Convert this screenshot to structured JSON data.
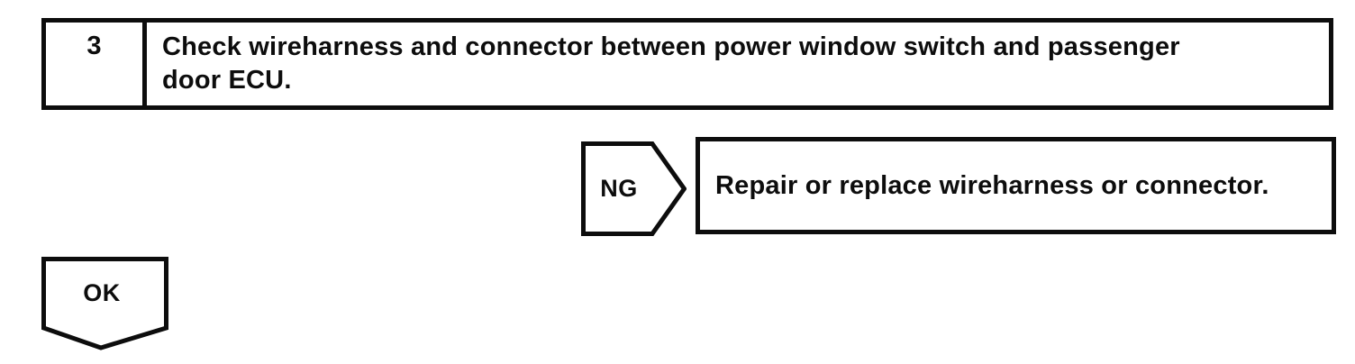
{
  "colors": {
    "ink": "#0d0d0d",
    "paper": "#ffffff"
  },
  "step_box": {
    "number": "3",
    "instruction_lines": [
      "Check wireharness and connector between power window switch and passenger",
      "door ECU."
    ]
  },
  "ng_branch": {
    "label": "NG",
    "action": "Repair or replace wireharness or connector."
  },
  "ok_branch": {
    "label": "OK"
  }
}
